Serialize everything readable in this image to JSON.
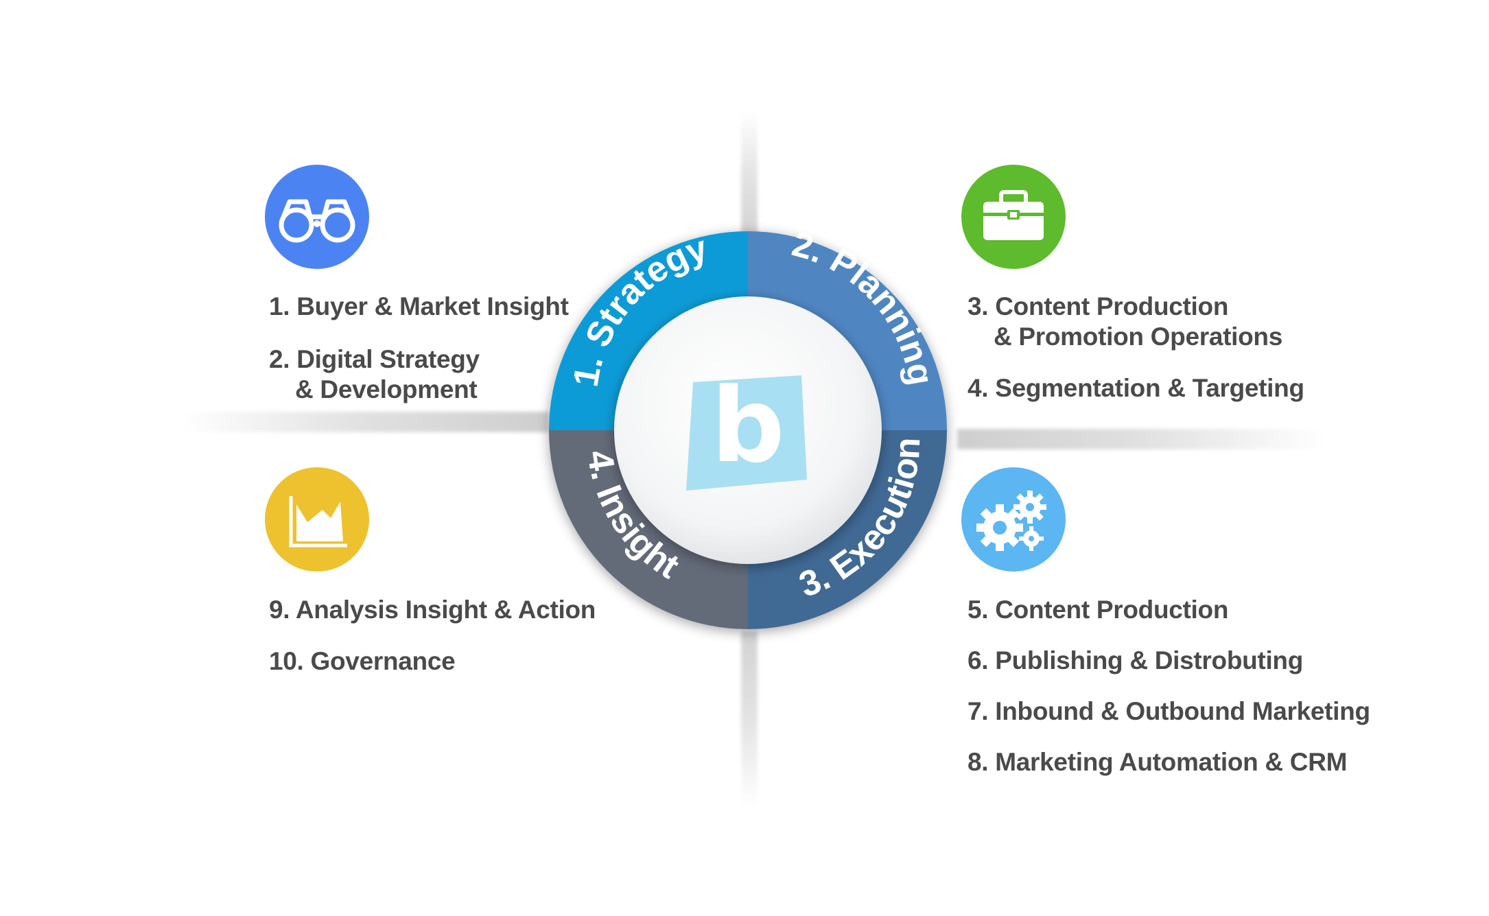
{
  "center_logo": {
    "letter": "b",
    "color": "#a9dff2"
  },
  "phases": [
    {
      "label": "1. Strategy",
      "color": "#0f9bd7"
    },
    {
      "label": "2. Planning",
      "color": "#4f86c2"
    },
    {
      "label": "3. Execution",
      "color": "#3f6994"
    },
    {
      "label": "4. Insight",
      "color": "#636b78"
    }
  ],
  "quadrants": {
    "top_left": {
      "icon": "binoculars-icon",
      "icon_color": "#4b83f3",
      "items": [
        {
          "line1": "1. Buyer & Market Insight",
          "line2": ""
        },
        {
          "line1": "2. Digital Strategy",
          "line2": "& Development"
        }
      ]
    },
    "top_right": {
      "icon": "toolbox-icon",
      "icon_color": "#5dbb2d",
      "items": [
        {
          "line1": "3. Content Production",
          "line2": "& Promotion Operations"
        },
        {
          "line1": "4. Segmentation & Targeting",
          "line2": ""
        }
      ]
    },
    "bottom_left": {
      "icon": "chart-icon",
      "icon_color": "#eec12e",
      "items": [
        {
          "line1": "9. Analysis Insight & Action",
          "line2": ""
        },
        {
          "line1": "10. Governance",
          "line2": ""
        }
      ]
    },
    "bottom_right": {
      "icon": "gears-icon",
      "icon_color": "#5cb6f2",
      "items": [
        {
          "line1": "5. Content Production",
          "line2": ""
        },
        {
          "line1": "6. Publishing & Distrobuting",
          "line2": ""
        },
        {
          "line1": "7. Inbound & Outbound Marketing",
          "line2": ""
        },
        {
          "line1": "8. Marketing Automation & CRM",
          "line2": ""
        }
      ]
    }
  }
}
